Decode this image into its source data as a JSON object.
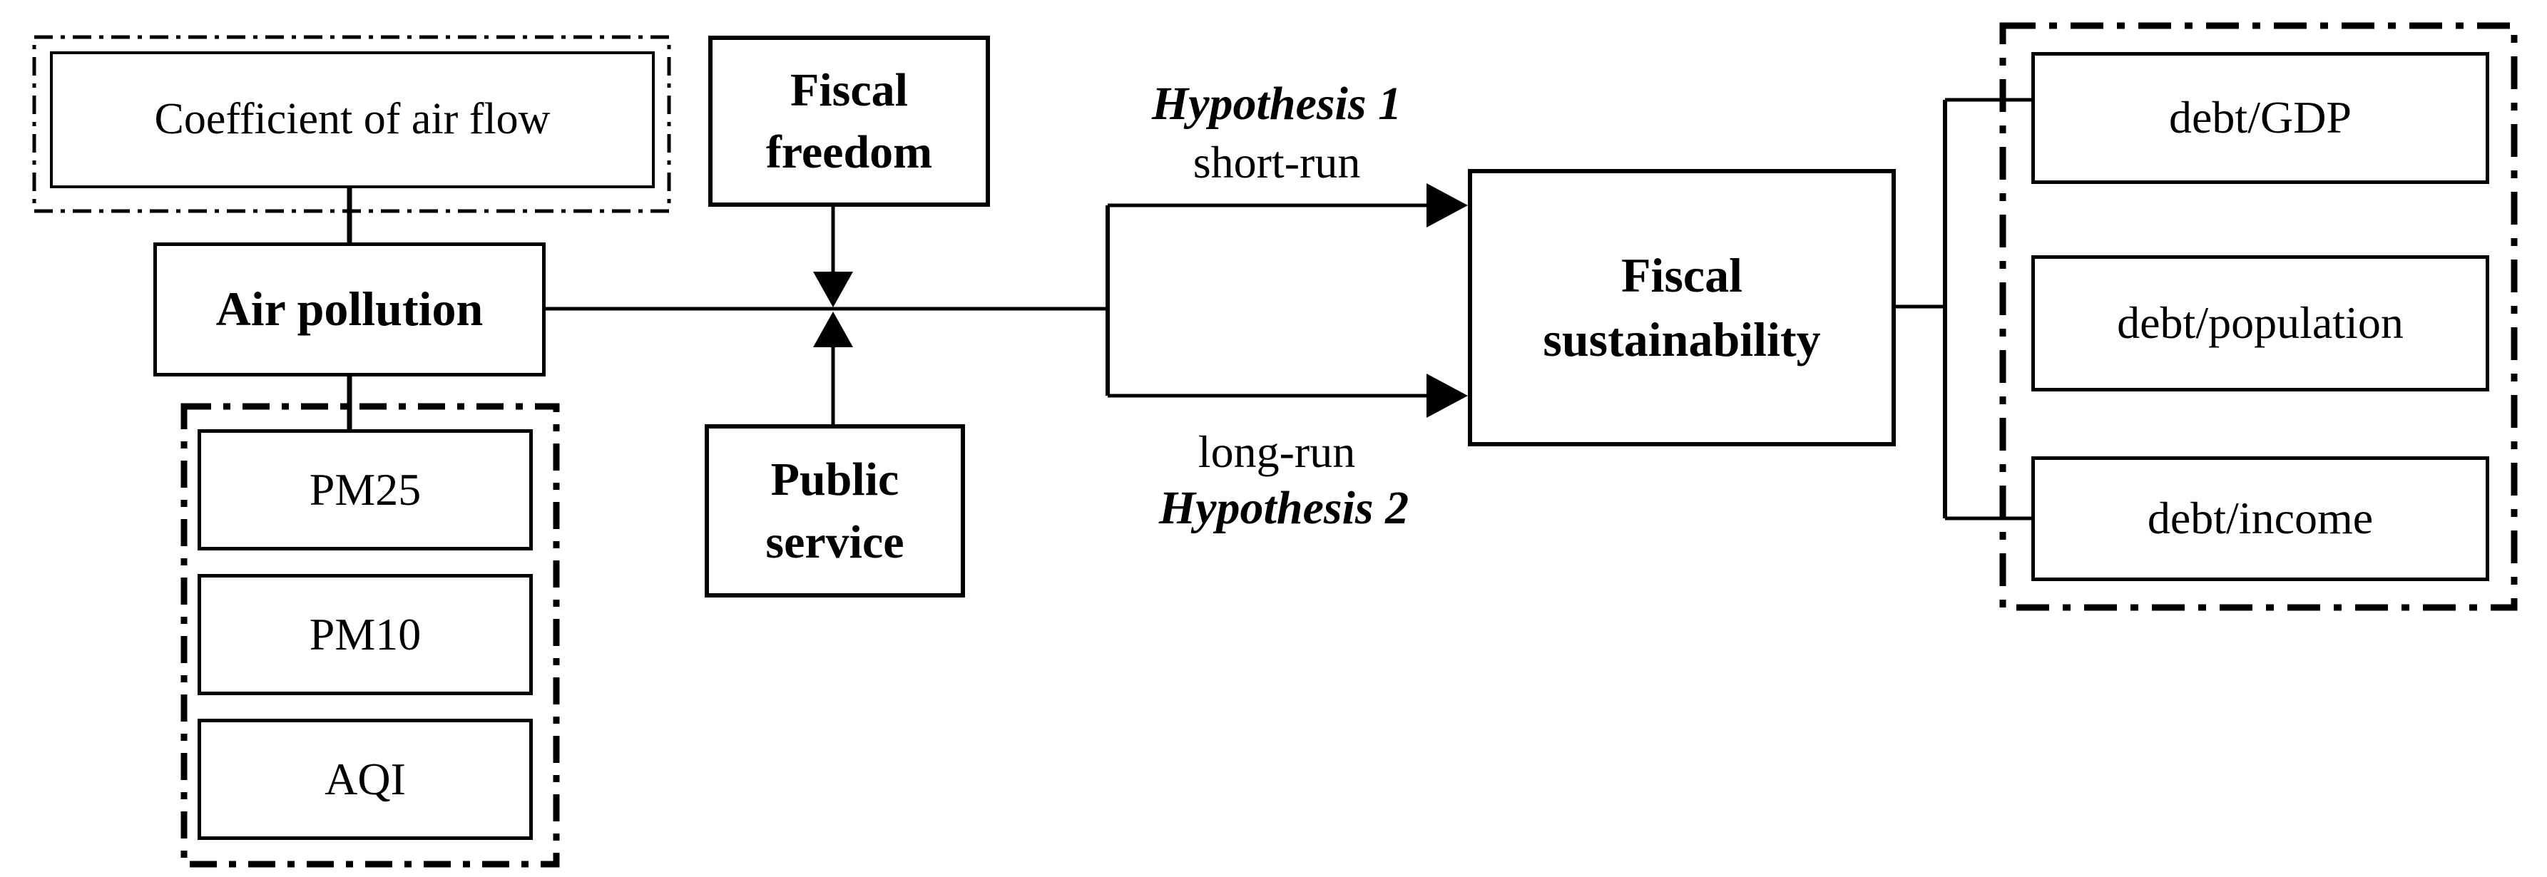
{
  "colors": {
    "ink": "#000000",
    "paper": "#ffffff"
  },
  "moderation_model": {
    "antecedent_group": {
      "instrument": "Coefficient of air flow",
      "construct": "Air pollution",
      "indicators": [
        "PM25",
        "PM10",
        "AQI"
      ]
    },
    "moderators": {
      "top": "Fiscal\nfreedom",
      "bottom": "Public\nservice"
    },
    "paths": {
      "hypothesis1": "Hypothesis 1",
      "short_run": "short-run",
      "long_run": "long-run",
      "hypothesis2": "Hypothesis 2"
    },
    "outcome": {
      "construct": "Fiscal\nsustainability",
      "indicators": [
        "debt/GDP",
        "debt/population",
        "debt/income"
      ]
    }
  }
}
